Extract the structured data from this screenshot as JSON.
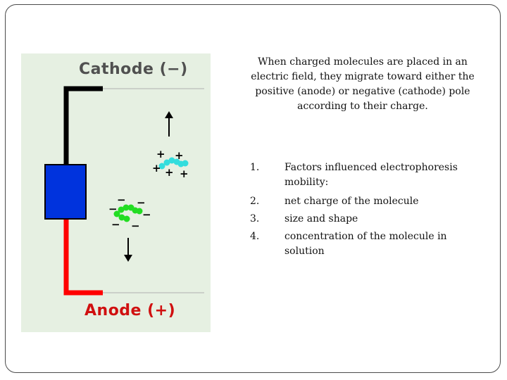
{
  "figure": {
    "cathode_label": "Cathode (−)",
    "anode_label": "Anode (+)",
    "plus_sign": "+",
    "minus_sign": "−",
    "colors": {
      "background": "#e6f0e2",
      "cathode_wire": "#000000",
      "anode_wire": "#ff0000",
      "electrode_block": "#0033dd",
      "positive_molecule": "#33dddd",
      "negative_molecule": "#22dd22",
      "anode_text": "#d01010",
      "cathode_text": "#505050"
    }
  },
  "intro_text": "When charged molecules are placed in an electric field, they migrate toward either the positive (anode) or negative (cathode) pole according to their charge.",
  "factors": [
    {
      "num": "1.",
      "text": "Factors influenced electrophoresis mobility:"
    },
    {
      "num": "2.",
      "text": "net charge of the molecule"
    },
    {
      "num": "3.",
      "text": "size and shape"
    },
    {
      "num": "4.",
      "text": "concentration of the molecule in solution"
    }
  ]
}
